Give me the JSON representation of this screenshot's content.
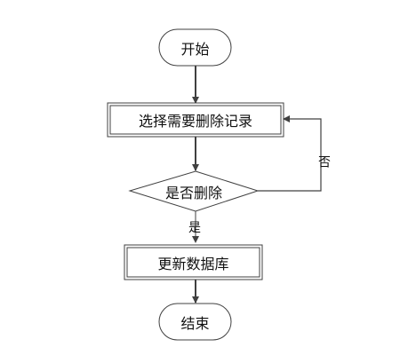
{
  "diagram": {
    "nodes": {
      "start": {
        "text": "开始",
        "shape": "terminator"
      },
      "select": {
        "text": "选择需要删除记录",
        "shape": "process"
      },
      "decision": {
        "text": "是否删除",
        "shape": "decision"
      },
      "update": {
        "text": "更新数据库",
        "shape": "process"
      },
      "end": {
        "text": "结束",
        "shape": "terminator"
      }
    },
    "edges": [
      {
        "from": "start",
        "to": "select",
        "label": ""
      },
      {
        "from": "select",
        "to": "decision",
        "label": ""
      },
      {
        "from": "decision",
        "to": "update",
        "label": "是"
      },
      {
        "from": "decision",
        "to": "select",
        "label": "否"
      },
      {
        "from": "update",
        "to": "end",
        "label": ""
      }
    ],
    "colors": {
      "stroke": "#404040",
      "fill": "#ffffff",
      "arrow": "#404040"
    }
  }
}
